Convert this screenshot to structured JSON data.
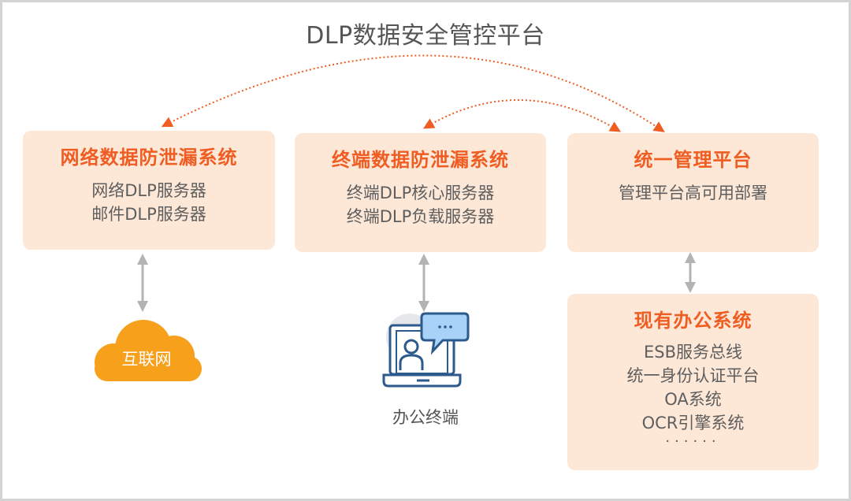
{
  "title": "DLP数据安全管控平台",
  "colors": {
    "accent": "#ef5d22",
    "box_fill": "#fde8d8",
    "body_text": "#5e5e5e",
    "connector_gray": "#b3b3b3",
    "cloud": "#f6a01c",
    "icon_blue": "#2c5a8c",
    "bubble_blue": "#a8d2f7"
  },
  "boxes": {
    "network_dlp": {
      "heading": "网络数据防泄漏系统",
      "items": [
        "网络DLP服务器",
        "邮件DLP服务器"
      ]
    },
    "endpoint_dlp": {
      "heading": "终端数据防泄漏系统",
      "items": [
        "终端DLP核心服务器",
        "终端DLP负载服务器"
      ]
    },
    "unified_mgmt": {
      "heading": "统一管理平台",
      "items": [
        "管理平台高可用部署"
      ]
    },
    "existing_office": {
      "heading": "现有办公系统",
      "items": [
        "ESB服务总线",
        "统一身份认证平台",
        "OA系统",
        "OCR引擎系统"
      ],
      "more": "······"
    }
  },
  "nodes": {
    "internet": {
      "label": "互联网",
      "icon": "cloud-icon"
    },
    "office_terminal": {
      "label": "办公终端",
      "icon": "laptop-chat-icon"
    }
  },
  "connections": [
    {
      "from": "unified_mgmt",
      "to": "network_dlp",
      "style": "dotted-orange",
      "direction": "bidirectional"
    },
    {
      "from": "unified_mgmt",
      "to": "endpoint_dlp",
      "style": "dotted-orange",
      "direction": "bidirectional"
    },
    {
      "from": "network_dlp",
      "to": "internet",
      "style": "solid-gray",
      "direction": "bidirectional"
    },
    {
      "from": "endpoint_dlp",
      "to": "office_terminal",
      "style": "solid-gray",
      "direction": "bidirectional"
    },
    {
      "from": "unified_mgmt",
      "to": "existing_office",
      "style": "solid-gray",
      "direction": "bidirectional"
    }
  ]
}
